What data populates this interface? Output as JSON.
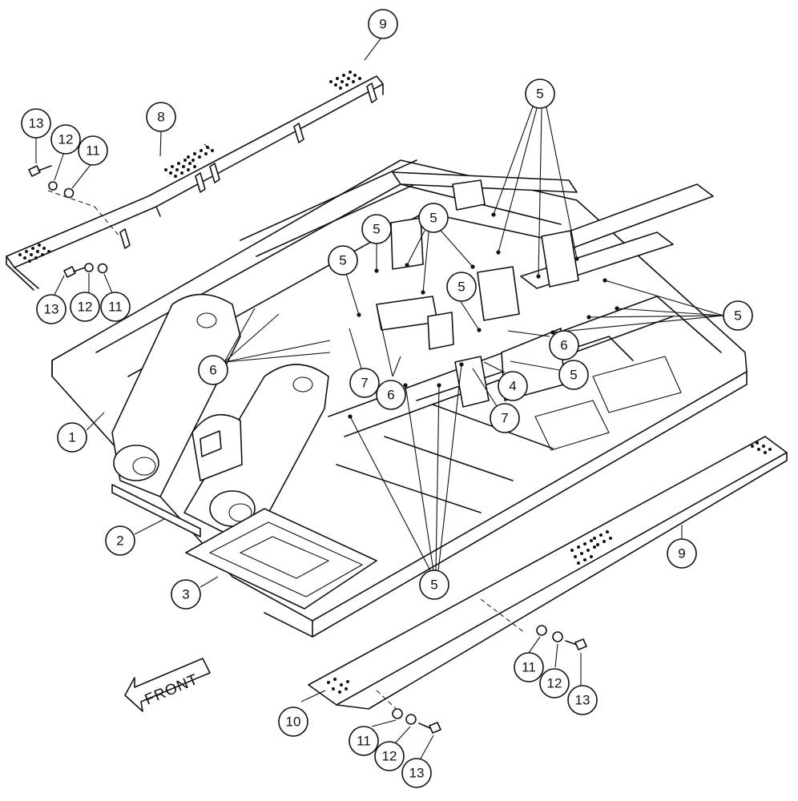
{
  "diagram": {
    "direction_label": "FRONT",
    "callouts": {
      "c1": "1",
      "c2": "2",
      "c3": "3",
      "c4": "4",
      "c5a": "5",
      "c5b": "5",
      "c5c": "5",
      "c5d": "5",
      "c5e": "5",
      "c5f": "5",
      "c5g": "5",
      "c5h": "5",
      "c6a": "6",
      "c6b": "6",
      "c6c": "6",
      "c7a": "7",
      "c7b": "7",
      "c8": "8",
      "c9a": "9",
      "c9b": "9",
      "c10": "10",
      "c11a": "11",
      "c11b": "11",
      "c11c": "11",
      "c11d": "11",
      "c12a": "12",
      "c12b": "12",
      "c12c": "12",
      "c12d": "12",
      "c13a": "13",
      "c13b": "13",
      "c13c": "13",
      "c13d": "13"
    }
  }
}
